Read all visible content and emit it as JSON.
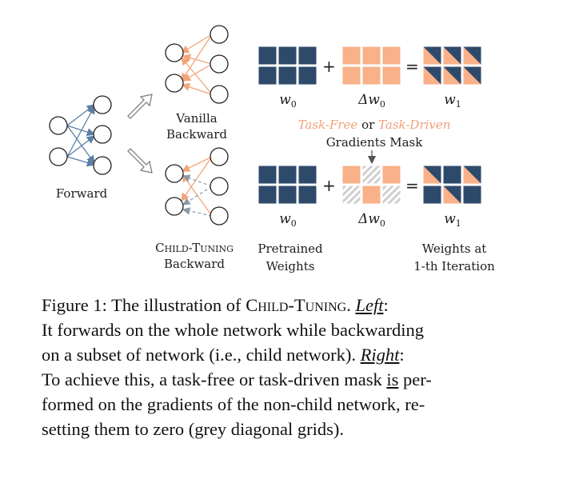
{
  "figure": {
    "forward_label": "Forward",
    "vanilla_label": [
      "Vanilla",
      "Backward"
    ],
    "child_label_title": "Child-Tuning",
    "child_label_sub": "Backward",
    "w0": "w",
    "w0_sub": "0",
    "dw0": "Δw",
    "dw0_sub": "0",
    "w1": "w",
    "w1_sub": "1",
    "plus": "+",
    "equals": "=",
    "mask_task_free": "Task-Free",
    "mask_or": "or",
    "mask_task_driven": "Task-Driven",
    "mask_line2": "Gradients Mask",
    "pretrained": [
      "Pretrained",
      "Weights"
    ],
    "weights_at": [
      "Weights at",
      "1-th Iteration"
    ],
    "colors": {
      "navy": "#2e4a6b",
      "orange": "#f8b188",
      "grey_hatch": "#c8c8c8",
      "forward_edge": "#5b7fa5",
      "backward_edge": "#f3a57a",
      "dashed_edge": "#8a9aaa"
    }
  },
  "caption": {
    "line1_a": "Figure 1:  The illustration of ",
    "line1_sc": "Child-Tuning",
    "line1_b": ".  ",
    "line1_left": "Left",
    "line1_c": ":",
    "line2": "It forwards on the whole network while backwarding",
    "line3_a": "on a subset of network (i.e., child network).  ",
    "line3_right": "Right",
    "line3_b": ":",
    "line4_a": "To achieve this, a task-free or task-driven mask ",
    "line4_is": "is",
    "line4_b": " per-",
    "line5": "formed on the gradients of the non-child network, re-",
    "line6": "setting them to zero (grey diagonal grids)."
  }
}
